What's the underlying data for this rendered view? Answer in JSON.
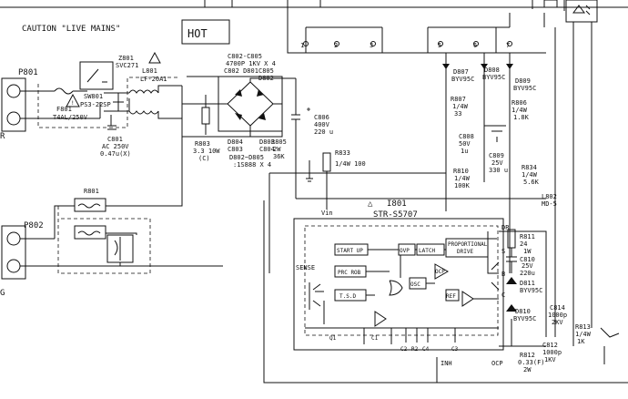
{
  "labels": {
    "caution": "CAUTION \"LIVE MAINS\"",
    "hot": "HOT",
    "p801": "P801",
    "p802": "P802",
    "r_edge": "R",
    "g_edge": "G"
  },
  "pins": [
    "1",
    "2",
    "3",
    "5",
    "6",
    "7"
  ],
  "components": {
    "f801": {
      "ref": "F801",
      "value": "T4AL/250V"
    },
    "sw801": {
      "ref": "SW801",
      "value": "PS3-22SP"
    },
    "z801": {
      "ref": "Z801",
      "value": "SVC271"
    },
    "l801": {
      "ref": "L801",
      "value": "LF-20A1"
    },
    "c801": {
      "ref": "C801",
      "value1": "AC 250V",
      "value2": "0.47u(X)"
    },
    "c802_c805": {
      "ref": "C802-C805",
      "value": "4700P 1KV X 4",
      "diode": "C802 D801"
    },
    "c805": {
      "label": "C805",
      "diode": "D802"
    },
    "c803": {
      "ref": "D804",
      "diode": "C803"
    },
    "c804": {
      "ref": "D803",
      "diode": "C804"
    },
    "bridge": {
      "ref": "D802~D805",
      "value": ":1S888 X 4"
    },
    "r803": {
      "ref": "R803",
      "value": "3.3 10W",
      "note": "(C)"
    },
    "c806": {
      "ref": "C806",
      "value1": "400V",
      "value2": "220 u"
    },
    "r805": {
      "ref": "R805",
      "value1": "2W",
      "value2": "36K"
    },
    "r833": {
      "ref": "R833",
      "value": "1/4W 100"
    },
    "d807": {
      "ref": "D807",
      "value": "BYV95C"
    },
    "d808": {
      "ref": "D808",
      "value": "BYV95C"
    },
    "d809": {
      "ref": "D809",
      "value": "BYV95C"
    },
    "r807": {
      "ref": "R807",
      "value1": "1/4W",
      "value2": "33"
    },
    "r806": {
      "ref": "R806",
      "value1": "1/4W",
      "value2": "1.8K"
    },
    "c808": {
      "ref": "C808",
      "value1": "50V",
      "value2": "1u"
    },
    "c809": {
      "ref": "C809",
      "value1": "25V",
      "value2": "330 u"
    },
    "r810": {
      "ref": "R810",
      "value1": "1/4W",
      "value2": "100K"
    },
    "r834": {
      "ref": "R834",
      "value1": "1/4W",
      "value2": "5.6K"
    },
    "l802": {
      "ref": "L802",
      "value": "MD-5"
    },
    "r801": {
      "ref": "R801"
    },
    "i801": {
      "ref": "I801",
      "part": "STR-S5707"
    },
    "r811": {
      "ref": "R811",
      "value1": "24",
      "value2": "1W"
    },
    "c810": {
      "ref": "C810",
      "value1": "25V",
      "value2": "220u"
    },
    "d811": {
      "ref": "D811",
      "value": "BYV95C"
    },
    "c814": {
      "ref": "C814",
      "value1": "1000p",
      "value2": "2KV"
    },
    "d810": {
      "ref": "D810",
      "value": "BYV95C"
    },
    "c812": {
      "ref": "C812",
      "value1": "1000p",
      "value2": "1KV"
    },
    "r812": {
      "ref": "R812",
      "value1": "0.33(F)",
      "value2": "2W"
    },
    "r813": {
      "ref": "R813",
      "value1": "1/4W",
      "value2": "1K"
    }
  },
  "ic": {
    "vin": "Vin",
    "sense": "SENSE",
    "dr": "DR",
    "s": "S",
    "b": "B",
    "c": "C",
    "inh": "INH",
    "ocp": "OCP",
    "q1": "Q1",
    "c1": "C1",
    "c2": "C2",
    "r2": "R2",
    "c4": "C4",
    "c3": "C3",
    "blocks": {
      "start_up": "START UP",
      "ovp": "OVP",
      "latch": "LATCH",
      "proportional": "PROPORTIONAL",
      "drive": "DRIVE",
      "prc": "PRC ROB",
      "ts": "T.S.D",
      "osc": "OSC",
      "ref": "REF",
      "ocp": "OCP"
    }
  }
}
